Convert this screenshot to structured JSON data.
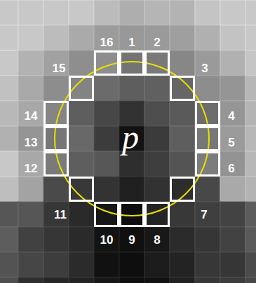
{
  "diagram": {
    "labels": [
      "16",
      "1",
      "2",
      "15",
      "3",
      "14",
      "4",
      "13",
      "5",
      "12",
      "6",
      "11",
      "7",
      "10",
      "9",
      "8",
      "p"
    ]
  }
}
